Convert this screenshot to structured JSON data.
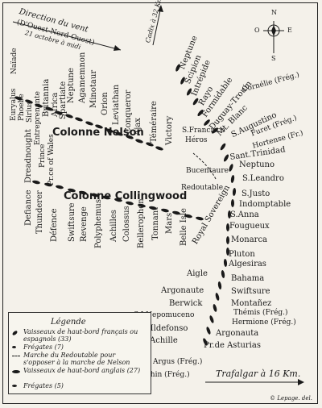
{
  "wind": {
    "title": "Direction du vent",
    "subtitle": "(D'Ouest-Nord-Ouest)",
    "date": "21 octobre à midi"
  },
  "compass": {
    "north": "N",
    "south": "S",
    "east": "E",
    "west": "O"
  },
  "distances": {
    "cadix": "Cadix à 32 Km.",
    "trafalgar": "Trafalgar à 16 Km."
  },
  "columns": {
    "nelson": "Colonne Nelson",
    "collingwood": "Colonne Collingwood"
  },
  "british_nelson": [
    "Euryalus",
    "Phoebe",
    "Naïade",
    "Sirius",
    "Entreprenante",
    "Britannia",
    "Africa",
    "Spartiate",
    "Neptune",
    "Agamemnon",
    "Minotaur",
    "Orion",
    "Leviathan",
    "Conqueror",
    "Ajax",
    "Téméraire",
    "Victory"
  ],
  "british_collingwood": [
    "Prince",
    "Dreadnought",
    "Pr.ce of Wales",
    "Thunderer",
    "Défence",
    "Defiance",
    "Swiftsure",
    "Revenge",
    "Polyphemus",
    "Achilles",
    "Colossus",
    "Bellerophon",
    "Tonnant",
    "Mars",
    "Belle Isle",
    "Royal Sovereign"
  ],
  "allied": [
    "Neptune",
    "Scipion",
    "Intrépide",
    "Rayo",
    "Formidable",
    "Duguay-Trouin",
    "Mt. Blanc",
    "Cornélie (Frég.)",
    "S.Francisco",
    "S.Augustino",
    "Héros",
    "Furet (Frég.)",
    "Hortense (Fr.)",
    "Sant.Trinidad",
    "Bucentaure",
    "Neptuno",
    "Redoutable",
    "S.Leandro",
    "S.Justo",
    "Indomptable",
    "S.Anna",
    "Fougueux",
    "Monarca",
    "Pluton",
    "Algesiras",
    "Aigle",
    "Bahama",
    "Argonaute",
    "Swiftsure",
    "Berwick",
    "Montañez",
    "Thémis (Frég.)",
    "S.I.Nepomuceno",
    "Hermione (Frég.)",
    "S.Ildefonso",
    "Argonauta",
    "Achille",
    "Pr.de Asturias",
    "Argus (Frég.)",
    "Rhin (Frég.)"
  ],
  "legend": {
    "title": "Légende",
    "items": [
      "Vaisseaux de haut-bord français ou espagnols (33)",
      "Frégates (7)",
      "Marche du Redoutable pour s'opposer à la marche de Nelson",
      "Vaisseaux de haut-bord anglais (27)",
      "Frégates (5)"
    ]
  },
  "credit": "© Lepage. del.",
  "colors": {
    "ink": "#1a1a1a",
    "paper": "#f4f1ea"
  }
}
